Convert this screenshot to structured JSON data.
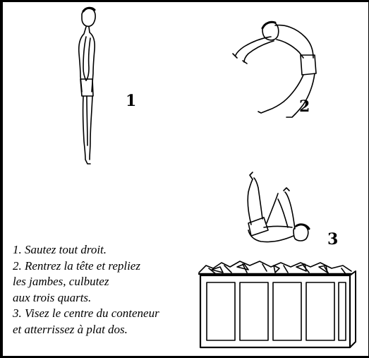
{
  "figure_labels": {
    "step1": "1",
    "step2": "2",
    "step3": "3"
  },
  "instructions": [
    "1. Sautez tout droit.",
    "2. Rentrez la tête et repliez",
    "les jambes, culbutez",
    "aux trois quarts.",
    "3. Visez le centre du conteneur",
    "et atterrissez à plat dos."
  ],
  "colors": {
    "ink": "#000000",
    "paper": "#ffffff"
  }
}
